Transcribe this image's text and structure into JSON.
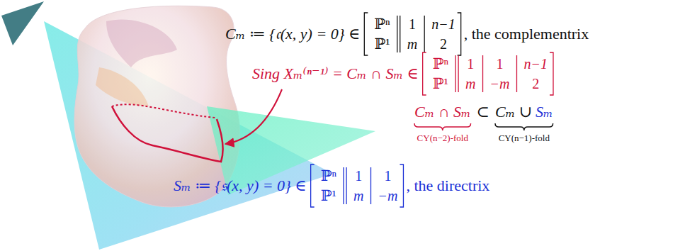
{
  "diagram": {
    "labels": [
      "Cₘ ≔ {𝔠(x, y) = 0} ∈",
      "ℙⁿ",
      "ℙ¹",
      "1",
      "m",
      "n−1",
      "2",
      ", the complementrix",
      "Sing Xₘ⁽ⁿ⁻¹⁾ = Cₘ ∩ Sₘ ∈",
      "ℙⁿ",
      "ℙ¹",
      "1",
      "m",
      "1",
      "−m",
      "n−1",
      "2",
      "Cₘ ∩ Sₘ",
      "⊂",
      "Cₘ ∪",
      "Sₘ",
      "CY(n−2)-fold",
      "CY(n−1)-fold",
      "Sₘ ≔ {𝔰(x, y) = 0} ∈",
      "ℙⁿ",
      "ℙ¹",
      "1",
      "m",
      "1",
      "−m",
      ", the directrix"
    ]
  }
}
